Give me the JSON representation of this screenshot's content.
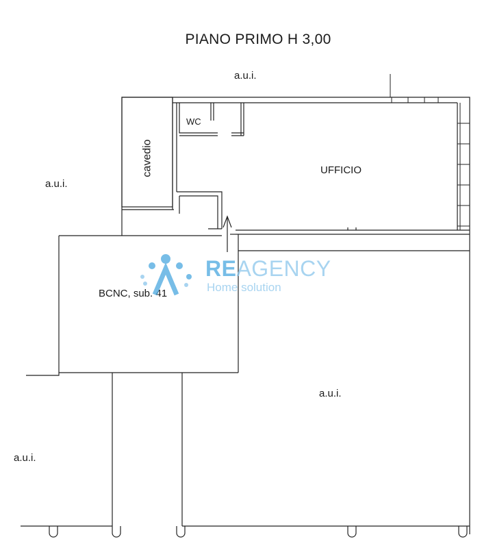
{
  "title": "PIANO PRIMO H 3,00",
  "rooms": {
    "wc": "WC",
    "ufficio": "UFFICIO",
    "cavedio": "cavedio",
    "bcnc": "BCNC, sub. 41"
  },
  "aui_labels": {
    "top": "a.u.i.",
    "left": "a.u.i.",
    "right_large": "a.u.i.",
    "bottom_left": "a.u.i."
  },
  "watermark": {
    "brand_bold": "RE",
    "brand_rest": "AGENCY",
    "tagline": "Home solution",
    "color_primary": "#4aa8e0",
    "color_light": "#8cc6ec"
  }
}
